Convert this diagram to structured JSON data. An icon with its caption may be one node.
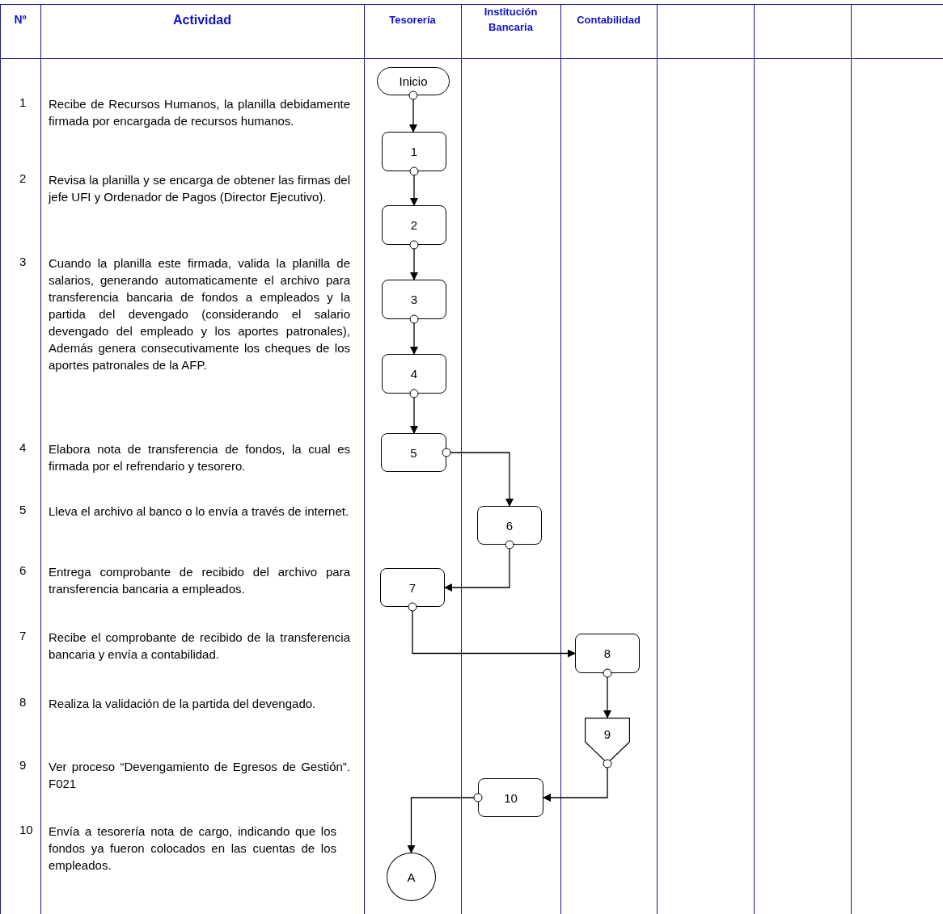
{
  "diagram": {
    "nodes": [
      {
        "text": [
          "Inicio"
        ]
      },
      {
        "text": [
          "1"
        ]
      },
      {
        "text": [
          "2"
        ]
      },
      {
        "text": [
          "3"
        ]
      },
      {
        "text": [
          "4"
        ]
      },
      {
        "text": [
          "5"
        ]
      },
      {
        "text": [
          "6"
        ]
      },
      {
        "text": [
          "7"
        ]
      },
      {
        "text": [
          "8"
        ]
      },
      {
        "text": [
          "9"
        ]
      },
      {
        "text": [
          "10"
        ]
      },
      {
        "text": [
          "A"
        ]
      }
    ],
    "edges": [
      {
        "from": 0,
        "to": 1,
        "arrow": "to"
      },
      {
        "from": 1,
        "to": 2,
        "arrow": "to"
      },
      {
        "from": 2,
        "to": 3,
        "arrow": "to"
      },
      {
        "from": 3,
        "to": 4,
        "arrow": "to"
      },
      {
        "from": 4,
        "to": 5,
        "arrow": "to"
      },
      {
        "from": 5,
        "to": 6,
        "arrow": "to"
      },
      {
        "from": 6,
        "to": 7,
        "arrow": "to"
      },
      {
        "from": 7,
        "to": 8,
        "arrow": "to"
      },
      {
        "from": 8,
        "to": 9,
        "arrow": "to"
      },
      {
        "from": 9,
        "to": 10,
        "arrow": "to"
      },
      {
        "from": 10,
        "to": 11,
        "arrow": "to"
      }
    ],
    "labels": [
      "Nº",
      "Actividad",
      "Tesorería",
      "Institución Bancaria",
      "Contabilidad",
      "1",
      "Recibe de Recursos Humanos, la planilla debidamente firmada por encargada de recursos humanos.",
      "2",
      "Revisa la planilla y se encarga de obtener las firmas del jefe UFI y Ordenador de Pagos (Director Ejecutivo).",
      "3",
      "Cuando la planilla este firmada, valida la planilla de salarios, generando automaticamente el archivo para transferencia bancaria de fondos a empleados y la partida del devengado (considerando el salario devengado del empleado y los aportes patronales), Además genera consecutivamente los cheques de los aportes patronales de la AFP.",
      "4",
      "Elabora nota de transferencia de fondos, la cual es firmada por el refrendario y tesorero.",
      "5",
      "Lleva el archivo al banco o lo envía a través de internet.",
      "6",
      "Entrega comprobante de recibido del archivo para transferencia bancaria a empleados.",
      "7",
      "Recibe el comprobante de recibido de la transferencia bancaria y envía a contabilidad.",
      "8",
      "Realiza la validación de la partida del devengado.",
      "9",
      "Ver proceso “Devengamiento de Egresos de Gestión”. F021",
      "10",
      "Envía a tesorería nota de cargo, indicando que los fondos ya fueron colocados en las cuentas de los empleados."
    ]
  }
}
